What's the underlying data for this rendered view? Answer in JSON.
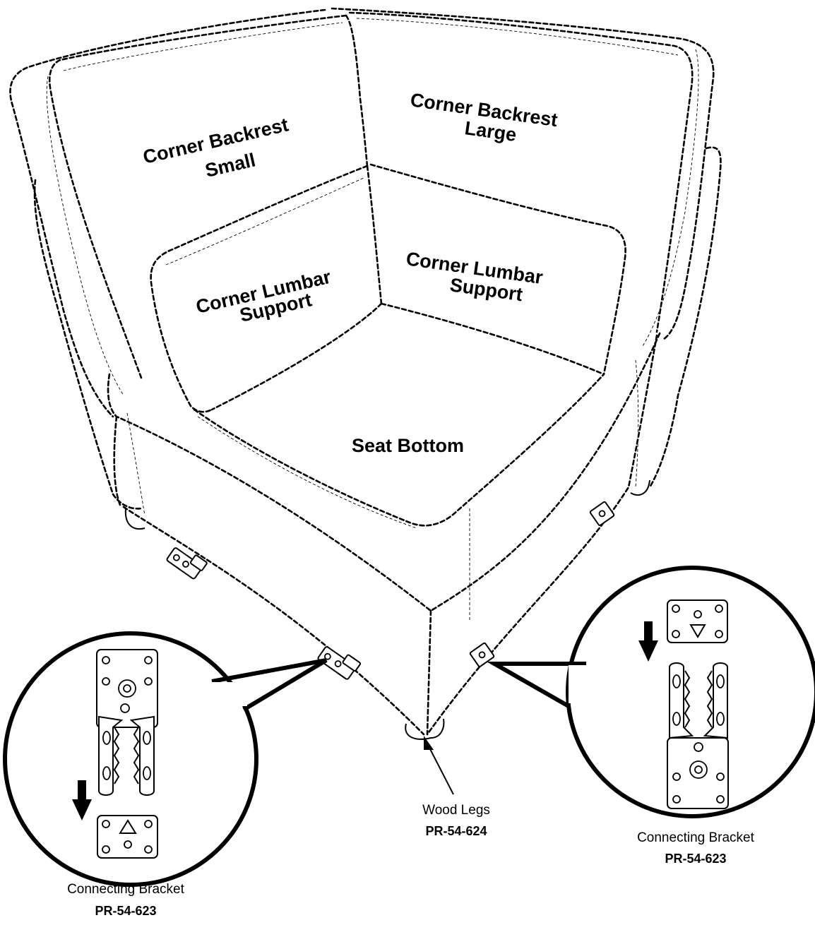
{
  "diagram": {
    "parts": {
      "backrest_small": [
        "Corner Backrest",
        "Small"
      ],
      "backrest_large": [
        "Corner Backrest",
        "Large"
      ],
      "lumbar_left": [
        "Corner  Lumbar",
        "Support"
      ],
      "lumbar_right": [
        "Corner  Lumbar",
        "Support"
      ],
      "seat_bottom": "Seat Bottom"
    },
    "callouts": {
      "legs": {
        "caption": "Wood Legs",
        "part_number": "PR-54-624"
      },
      "bracket_left": {
        "caption": "Connecting Bracket",
        "part_number": "PR-54-623"
      },
      "bracket_right": {
        "caption": "Connecting Bracket",
        "part_number": "PR-54-623"
      }
    }
  }
}
